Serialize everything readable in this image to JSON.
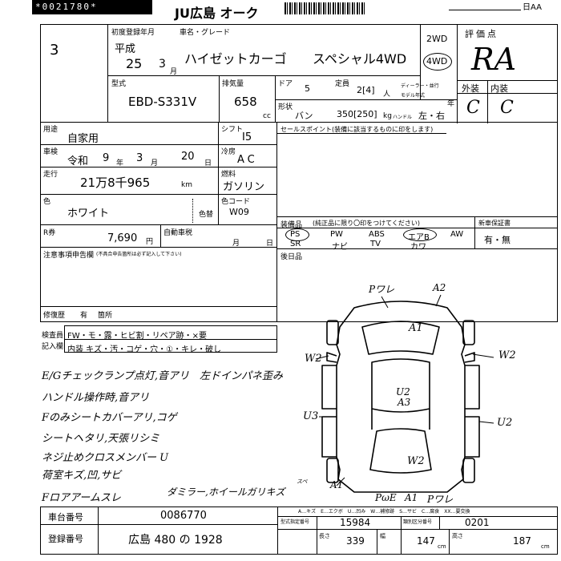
{
  "header": {
    "serial": "*0021780*",
    "title": "JU広島 オーク",
    "right_text": "日AA"
  },
  "lot": {
    "number": "3"
  },
  "first_reg": {
    "label": "初度登録年月",
    "era": "平成",
    "year": "25",
    "month": "3",
    "month_unit": "月"
  },
  "model": {
    "label": "車名・グレード",
    "name": "ハイゼットカーゴ",
    "grade": "スペシャル4WD"
  },
  "drive": {
    "opt1": "2WD",
    "opt2": "4WD"
  },
  "grade_box": {
    "label": "評価点",
    "score": "RA",
    "ext_label": "外装",
    "int_label": "内装",
    "ext_value": "C",
    "int_value": "C"
  },
  "type_code": {
    "label": "型式",
    "value": "EBD-S331V"
  },
  "displacement": {
    "label": "排気量",
    "value": "658",
    "unit": "cc"
  },
  "doors": {
    "label": "ドア",
    "value": "5"
  },
  "capacity": {
    "label": "定員",
    "value": "2[4]",
    "unit": "人"
  },
  "dealer": {
    "label": "ディーラー・並行",
    "model_year_label": "モデル年式",
    "year_unit": "年"
  },
  "shape": {
    "label": "形状",
    "value": "バン"
  },
  "load": {
    "value": "350[250]",
    "unit": "kg"
  },
  "handle": {
    "label": "ハンドル",
    "value": "左・右"
  },
  "usage": {
    "label": "用途",
    "value": "自家用"
  },
  "shift": {
    "label": "シフト",
    "value": "I5"
  },
  "sales_points": {
    "label": "セールスポイント(装備に該当するものに印をします)"
  },
  "inspection": {
    "label": "車検",
    "era": "令和",
    "year": "9",
    "year_unit": "年",
    "month": "3",
    "month_unit": "月",
    "day": "20",
    "day_unit": "日"
  },
  "ac": {
    "label": "冷房",
    "value": "AC"
  },
  "mileage": {
    "label": "走行",
    "value": "21万8千965",
    "unit": "km"
  },
  "fuel": {
    "label": "燃料",
    "value": "ガソリン"
  },
  "color": {
    "label": "色",
    "value": "ホワイト",
    "change_label": "色替",
    "code_label": "色コード",
    "code": "W09"
  },
  "recycle": {
    "label": "R券",
    "value": "7,690",
    "unit": "円",
    "tax_label": "自動車税",
    "month_unit": "月",
    "day_unit": "日"
  },
  "notes": {
    "label": "注意事項申告欄",
    "sublabel": "(不具合申告箇所は必ず記入して下さい)"
  },
  "repair": {
    "label": "修復歴",
    "value": "有",
    "place_label": "箇所"
  },
  "equipment": {
    "label": "装備品",
    "sublabel": "(純正品に限り〇印をつけてください)",
    "items_row1": [
      "PS",
      "PW",
      "ABS",
      "エアB",
      "AW"
    ],
    "items_row2": [
      "SR",
      "ナビ",
      "TV",
      "カワ"
    ],
    "new_car_label": "新車保証書",
    "new_car_value": "有・無"
  },
  "remarks": {
    "label": "後日品"
  },
  "inspector": {
    "label1": "検査員",
    "label2": "記入欄",
    "row1": "FW・モ・露・ヒビ割・リペア跡・×要",
    "row2": "内装 キズ・汚・コゲ・穴・①・キレ・破し"
  },
  "handwritten": [
    "E/Gチェックランプ点灯,音アリ　左ドインパネ歪み",
    "ハンドル操作時,音アリ",
    "Fのみシートカバーアリ,コゲ",
    "シートヘタリ,天張リシミ",
    "ネジ止めクロスメンバー U",
    "荷室キズ,凹,サビ",
    "Fロアアームスレ",
    "ダミラー,ホイールガリキズ"
  ],
  "diagram_marks": [
    "Pワレ",
    "A2",
    "A1",
    "W2",
    "W2",
    "U2",
    "A3",
    "U3",
    "U2",
    "W2",
    "A1",
    "PωE",
    "A1",
    "Pワレ",
    "スペ"
  ],
  "legend": "A…キズ　E…エクボ　U…凹み　W…補修跡　S…サビ　C…腐食　XX…要交換",
  "chassis": {
    "label": "車台番号",
    "value": "0086770"
  },
  "registration": {
    "label": "登録番号",
    "value": "広島 480 の 1928"
  },
  "certification": {
    "label": "型式指定番号",
    "value": "15984",
    "cat_label": "類別区分番号",
    "cat_value": "0201"
  },
  "dimensions": {
    "length_label": "長さ",
    "length": "339",
    "width_label": "幅",
    "width": "147",
    "width_unit": "cm",
    "height_label": "高さ",
    "height": "187",
    "height_unit": "cm"
  }
}
